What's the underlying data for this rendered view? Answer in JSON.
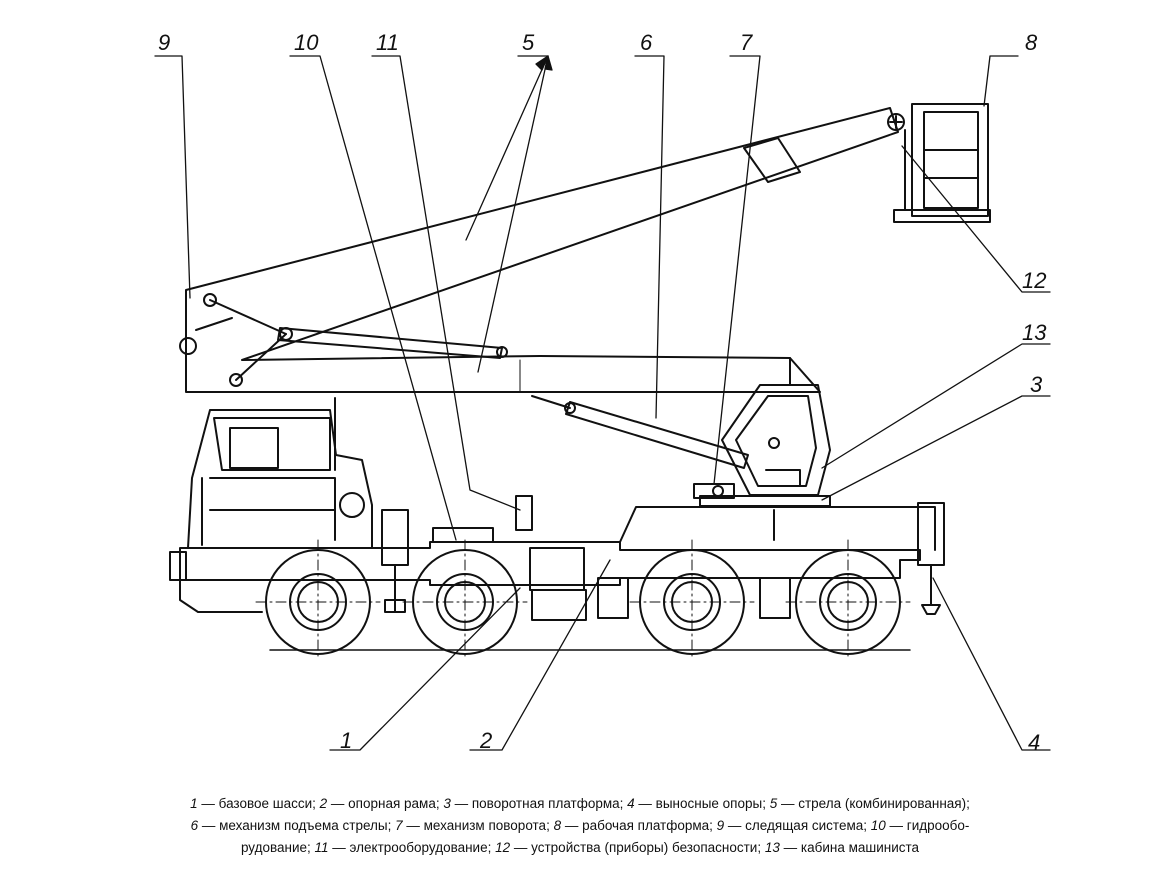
{
  "callouts": {
    "n1": "1",
    "n2": "2",
    "n3": "3",
    "n4": "4",
    "n5": "5",
    "n6": "6",
    "n7": "7",
    "n8": "8",
    "n9": "9",
    "n10": "10",
    "n11": "11",
    "n12": "12",
    "n13": "13"
  },
  "caption": {
    "lines": [
      [
        {
          "num": "1",
          "text": " — базовое шасси; "
        },
        {
          "num": "2",
          "text": " — опорная рама; "
        },
        {
          "num": "3",
          "text": " — поворотная платформа; "
        },
        {
          "num": "4",
          "text": " — выносные опоры; "
        },
        {
          "num": "5",
          "text": " — стрела (комбинированная);"
        }
      ],
      [
        {
          "num": "6",
          "text": " — механизм подъема стрелы; "
        },
        {
          "num": "7",
          "text": " — механизм поворота; "
        },
        {
          "num": "8",
          "text": " — рабочая платформа; "
        },
        {
          "num": "9",
          "text": " — следящая система; "
        },
        {
          "num": "10",
          "text": " — гидрообо-"
        }
      ],
      [
        {
          "num": "",
          "text": "рудование; "
        },
        {
          "num": "11",
          "text": " — электрооборудование; "
        },
        {
          "num": "12",
          "text": " — устройства (приборы) безопасности; "
        },
        {
          "num": "13",
          "text": " — кабина машиниста"
        }
      ]
    ]
  }
}
